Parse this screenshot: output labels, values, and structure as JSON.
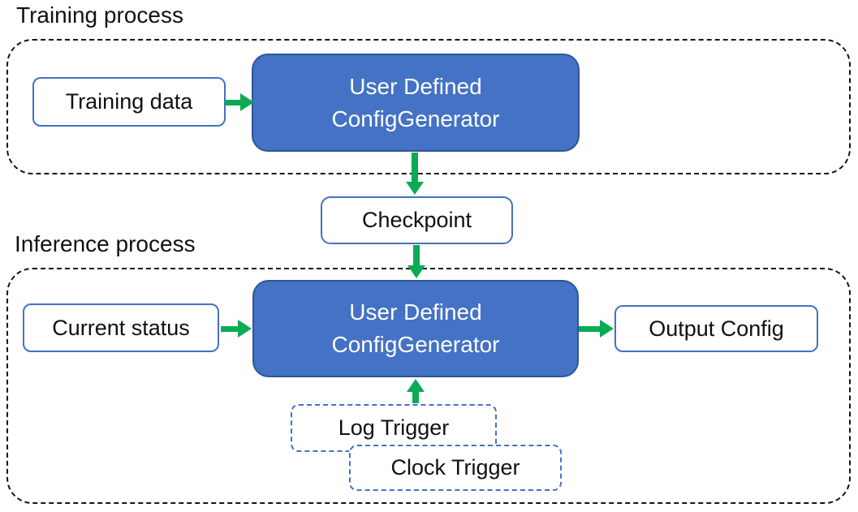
{
  "diagram": {
    "sections": {
      "training_label": "Training process",
      "inference_label": "Inference process"
    },
    "nodes": {
      "training_data": "Training data",
      "training_generator": "User Defined\nConfigGenerator",
      "checkpoint": "Checkpoint",
      "current_status": "Current status",
      "inference_generator": "User Defined\nConfigGenerator",
      "output_config": "Output Config",
      "log_trigger": "Log Trigger",
      "clock_trigger": "Clock Trigger"
    },
    "edges": [
      {
        "from": "training_data",
        "to": "training_generator"
      },
      {
        "from": "training_generator",
        "to": "checkpoint"
      },
      {
        "from": "checkpoint",
        "to": "inference_generator"
      },
      {
        "from": "current_status",
        "to": "inference_generator"
      },
      {
        "from": "inference_generator",
        "to": "output_config"
      },
      {
        "from": "log_trigger",
        "to": "inference_generator"
      }
    ],
    "colors": {
      "generator_fill": "#4472C4",
      "generator_border": "#2F5597",
      "io_border": "#4472C4",
      "trigger_border": "#4472C4",
      "arrow_green": "#0BAA54",
      "container_border": "#141414",
      "text_dark": "#111111",
      "text_light": "#FFFFFF"
    }
  }
}
